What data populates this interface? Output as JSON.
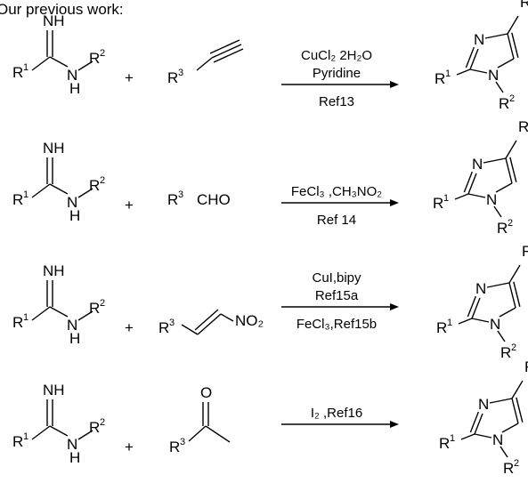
{
  "heading": "Our previous work:",
  "plus": "+",
  "atoms": {
    "R": "R",
    "N": "N",
    "H": "H",
    "NH": "NH",
    "O": "O",
    "one": "1",
    "two": "2",
    "three": "3"
  },
  "reactions": [
    {
      "reagent": "alkyne",
      "above": [
        "CuCl₂ 2H₂O",
        "Pyridine"
      ],
      "below": [
        "Ref13"
      ]
    },
    {
      "reagent": "aldehyde",
      "reagent_text": "CHO",
      "above": [
        "FeCl₃ ,CH₃NO₂"
      ],
      "below": [
        "Ref 14"
      ]
    },
    {
      "reagent": "nitroalkene",
      "reagent_text": "NO₂",
      "above": [
        "CuI,bipy",
        "Ref15a"
      ],
      "below": [
        "FeCl₃,Ref15b"
      ]
    },
    {
      "reagent": "methyl-ketone",
      "above": [
        "I₂ ,Ref16"
      ],
      "below": []
    }
  ]
}
